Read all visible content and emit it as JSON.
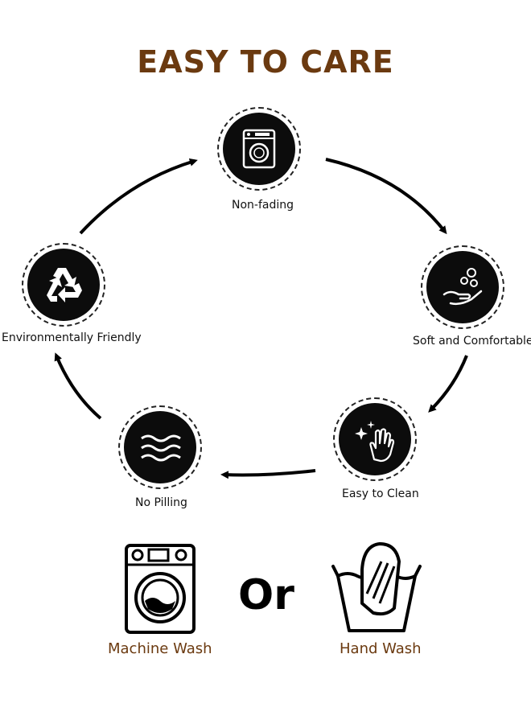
{
  "title": "EASY TO CARE",
  "features": [
    {
      "label": "Non-fading",
      "icon": "washing-machine-icon"
    },
    {
      "label": "Soft and Comfortable",
      "icon": "bubbles-hand-icon"
    },
    {
      "label": "Easy to Clean",
      "icon": "sparkle-hand-icon"
    },
    {
      "label": "No Pilling",
      "icon": "waves-icon"
    },
    {
      "label": "Environmentally Friendly",
      "icon": "recycle-icon"
    }
  ],
  "care_options": {
    "machine_wash": {
      "label": "Machine Wash",
      "icon": "washing-machine-icon"
    },
    "separator": "Or",
    "hand_wash": {
      "label": "Hand Wash",
      "icon": "hand-wash-basin-icon"
    }
  },
  "colors": {
    "accent": "#6b3a10",
    "disc": "#0c0c0c"
  }
}
